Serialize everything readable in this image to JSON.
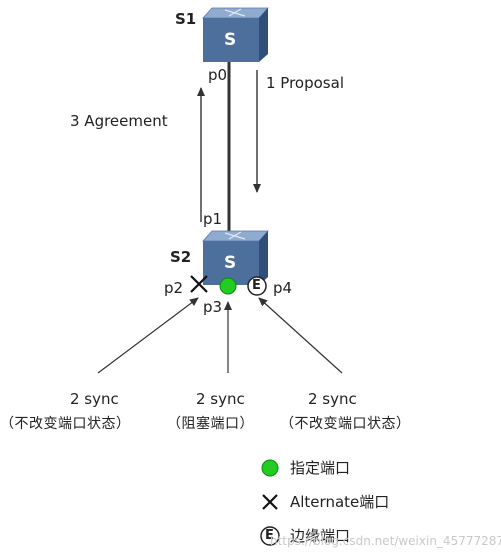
{
  "switches": {
    "s1": {
      "label": "S1",
      "glyph": "S"
    },
    "s2": {
      "label": "S2",
      "glyph": "S"
    }
  },
  "ports": {
    "p0": "p0",
    "p1": "p1",
    "p2": "p2",
    "p3": "p3",
    "p4": "p4"
  },
  "messages": {
    "proposal": "1 Proposal",
    "agreement": "3 Agreement"
  },
  "sync_labels": [
    {
      "title": "2 sync",
      "desc": "（不改变端口状态）"
    },
    {
      "title": "2 sync",
      "desc": "（阻塞端口）"
    },
    {
      "title": "2 sync",
      "desc": "（不改变端口状态）"
    }
  ],
  "legend": [
    {
      "symbol": "green-circle",
      "label": "指定端口"
    },
    {
      "symbol": "cross",
      "label": "Alternate端口"
    },
    {
      "symbol": "edge-circle",
      "label": "边缘端口",
      "symbol_text": "E"
    }
  ],
  "edge_symbol_text": "E",
  "watermark": "https://blog.csdn.net/weixin_45777287",
  "colors": {
    "switch_top": "#7e9cc2",
    "switch_front": "#4d6f9c",
    "switch_side": "#2f4f7a",
    "designated": "#22cc22",
    "line": "#333333"
  }
}
